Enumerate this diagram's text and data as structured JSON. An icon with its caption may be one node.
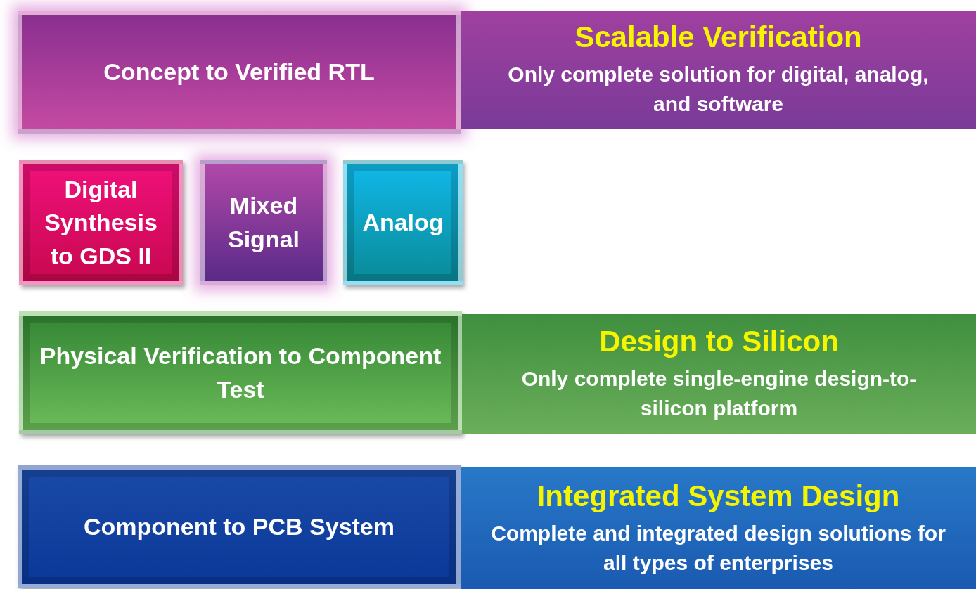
{
  "diagram": {
    "nodes": [
      {
        "text": [
          "Concept to Verified RTL"
        ]
      },
      {
        "text": [
          "Scalable Verification",
          "Only complete solution for digital, analog, and software"
        ]
      },
      {
        "text": [
          "Digital Synthesis to GDS II"
        ]
      },
      {
        "text": [
          "Mixed Signal"
        ]
      },
      {
        "text": [
          "Analog"
        ]
      },
      {
        "text": [
          "Physical Verification to Component Test"
        ]
      },
      {
        "text": [
          "Design to Silicon",
          "Only complete single-engine design-to-silicon platform"
        ]
      },
      {
        "text": [
          "Component to PCB System"
        ]
      },
      {
        "text": [
          "Integrated System Design",
          "Complete and integrated design solutions for all types of enterprises"
        ]
      }
    ]
  }
}
